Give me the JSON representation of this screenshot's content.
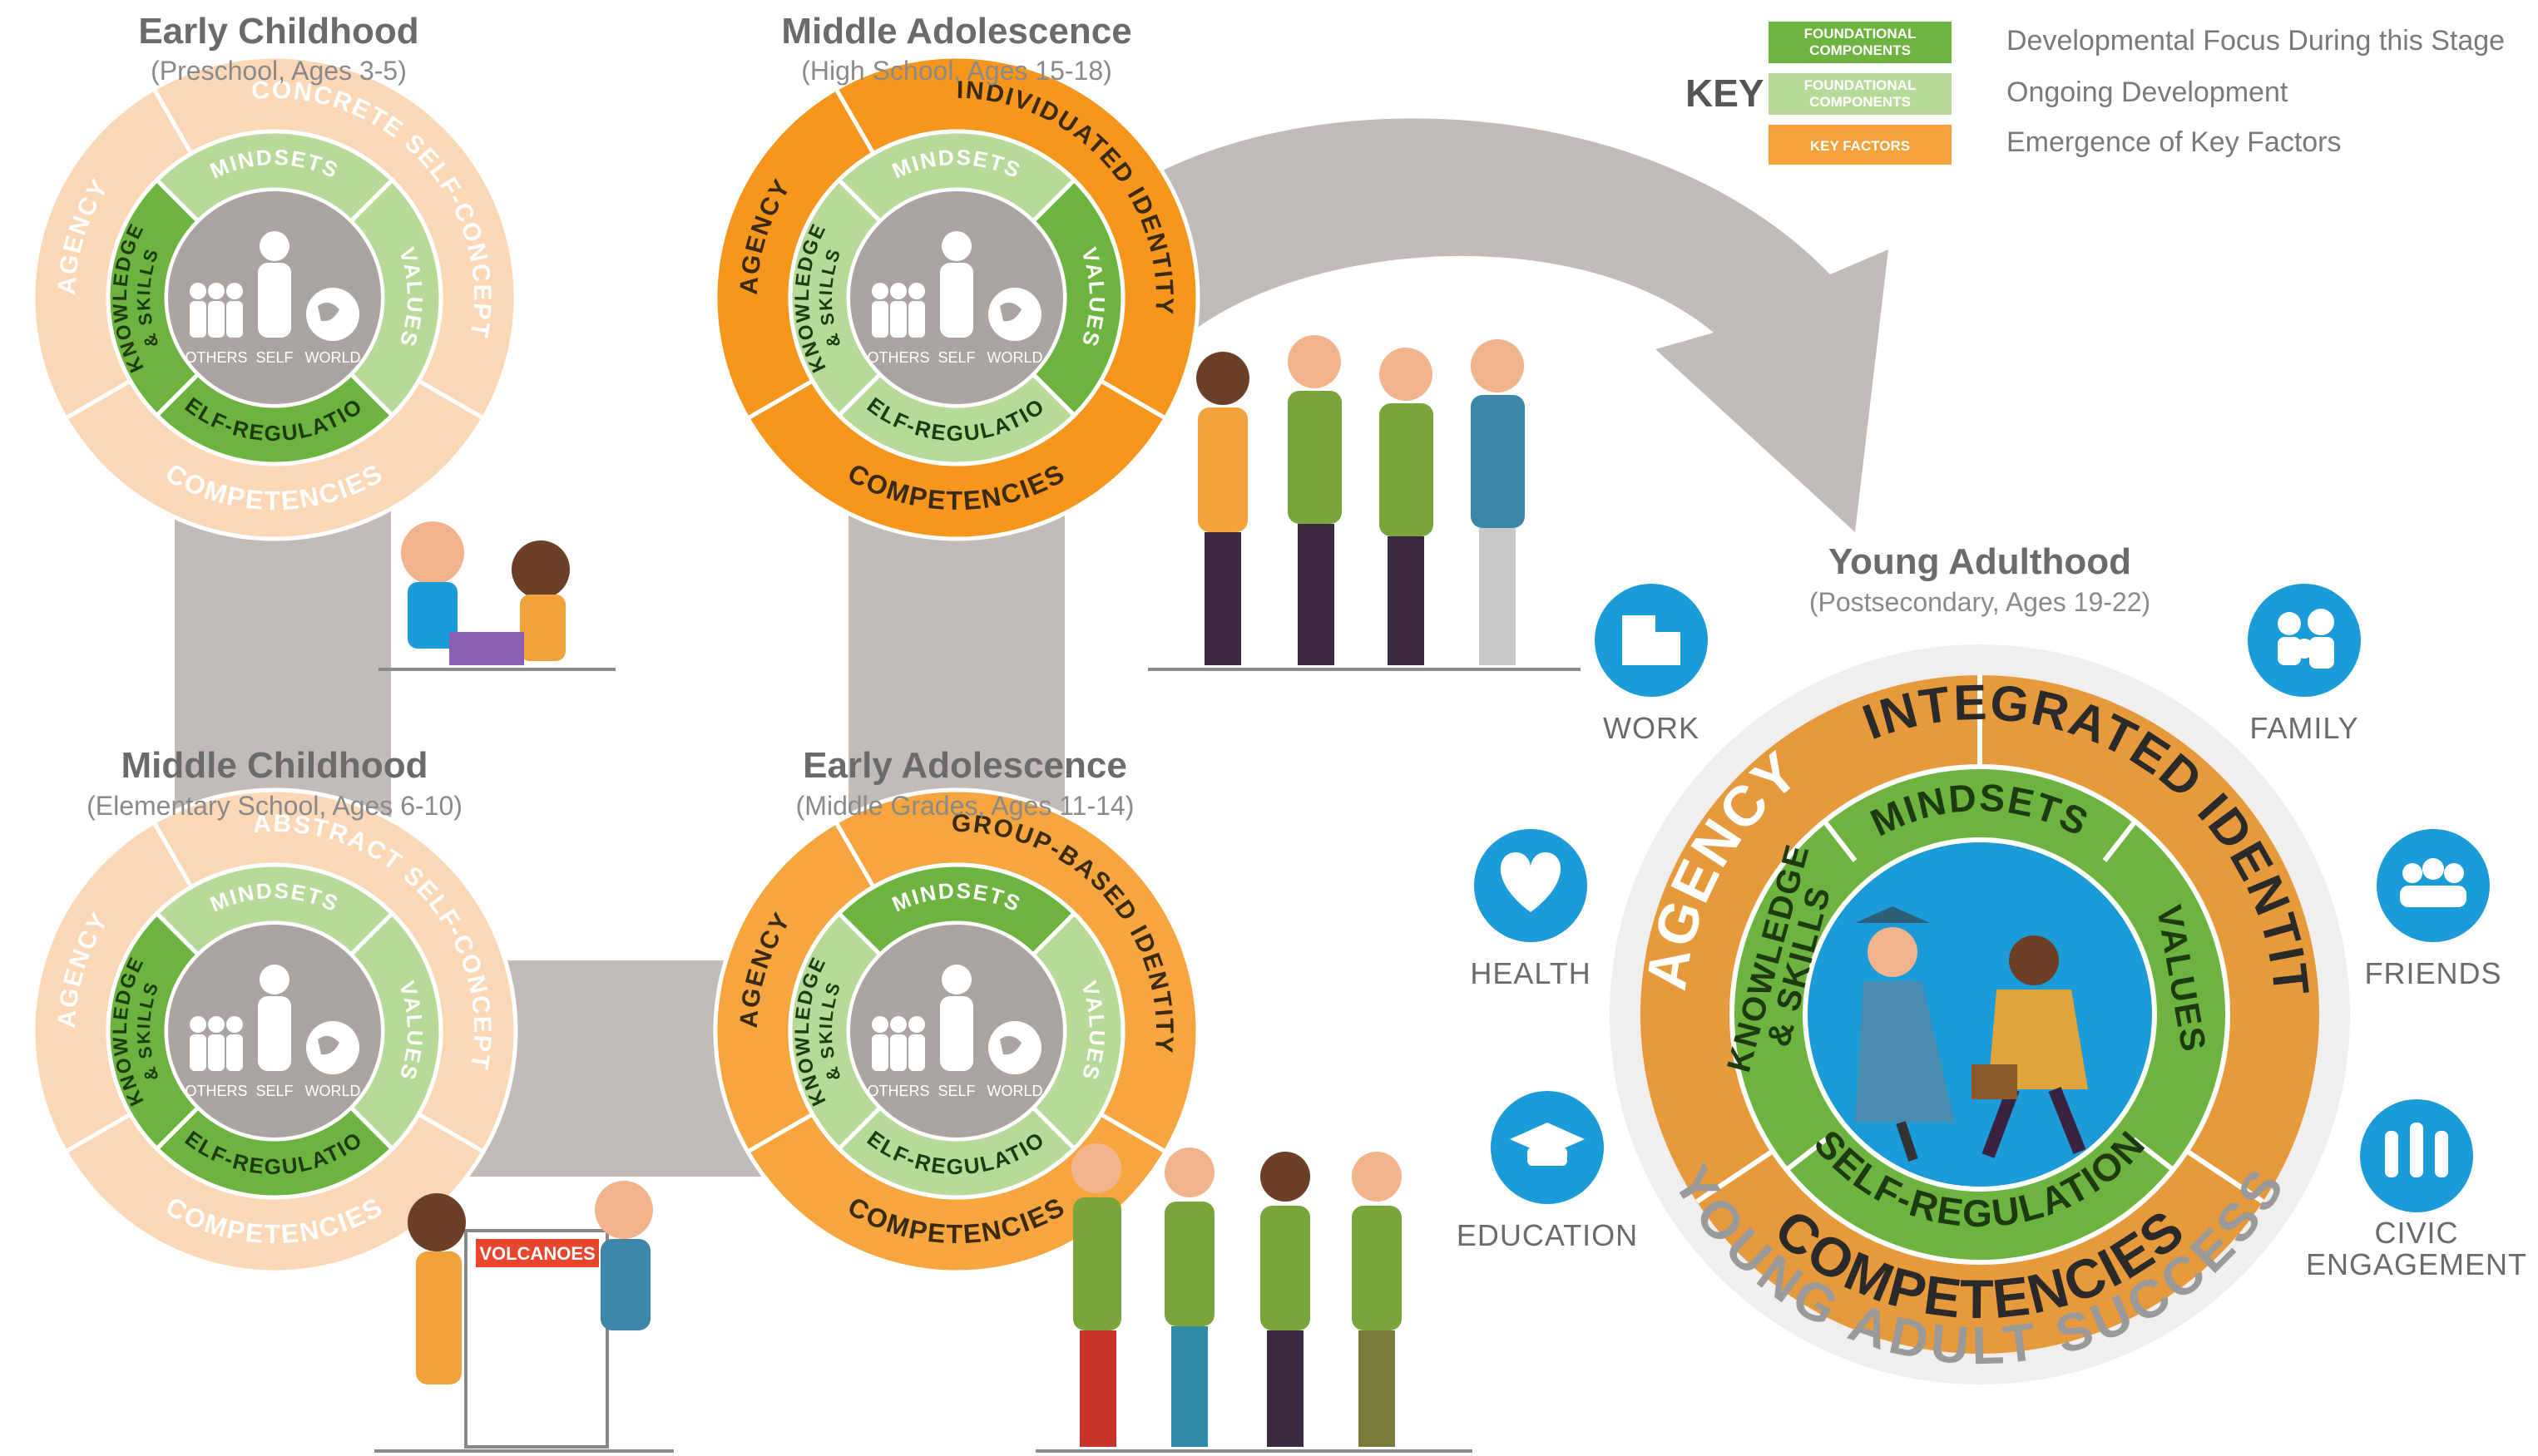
{
  "stages": {
    "early_childhood": {
      "title": "Early Childhood",
      "subtitle": "(Preschool, Ages 3-5)",
      "outer_labels": {
        "agency": "AGENCY",
        "identity": "CONCRETE SELF-CONCEPT",
        "competencies": "COMPETENCIES"
      },
      "inner_labels": {
        "mindsets": "MINDSETS",
        "knowledge": "KNOWLEDGE",
        "skills": "& SKILLS",
        "values": "VALUES",
        "self_regulation": "SELF-REGULATION"
      },
      "core_labels": {
        "others": "OTHERS",
        "self": "SELF",
        "world": "WORLD"
      }
    },
    "middle_childhood": {
      "title": "Middle Childhood",
      "subtitle": "(Elementary School, Ages 6-10)",
      "outer_labels": {
        "agency": "AGENCY",
        "identity": "ABSTRACT SELF-CONCEPT",
        "competencies": "COMPETENCIES"
      },
      "inner_labels": {
        "mindsets": "MINDSETS",
        "knowledge": "KNOWLEDGE",
        "skills": "& SKILLS",
        "values": "VALUES",
        "self_regulation": "SELF-REGULATION"
      },
      "core_labels": {
        "others": "OTHERS",
        "self": "SELF",
        "world": "WORLD"
      },
      "poster_label": "VOLCANOES"
    },
    "early_adolescence": {
      "title": "Early Adolescence",
      "subtitle": "(Middle Grades, Ages 11-14)",
      "outer_labels": {
        "agency": "AGENCY",
        "identity": "GROUP-BASED IDENTITY",
        "competencies": "COMPETENCIES"
      },
      "inner_labels": {
        "mindsets": "MINDSETS",
        "knowledge": "KNOWLEDGE",
        "skills": "& SKILLS",
        "values": "VALUES",
        "self_regulation": "SELF-REGULATION"
      },
      "core_labels": {
        "others": "OTHERS",
        "self": "SELF",
        "world": "WORLD"
      }
    },
    "middle_adolescence": {
      "title": "Middle Adolescence",
      "subtitle": "(High School, Ages 15-18)",
      "outer_labels": {
        "agency": "AGENCY",
        "identity": "INDIVIDUATED IDENTITY",
        "competencies": "COMPETENCIES"
      },
      "inner_labels": {
        "mindsets": "MINDSETS",
        "knowledge": "KNOWLEDGE",
        "skills": "& SKILLS",
        "values": "VALUES",
        "self_regulation": "SELF-REGULATION"
      },
      "core_labels": {
        "others": "OTHERS",
        "self": "SELF",
        "world": "WORLD"
      }
    },
    "young_adulthood": {
      "title": "Young Adulthood",
      "subtitle": "(Postsecondary, Ages 19-22)",
      "outer_labels": {
        "agency": "AGENCY",
        "identity": "INTEGRATED IDENTITY",
        "competencies": "COMPETENCIES"
      },
      "inner_labels": {
        "mindsets": "MINDSETS",
        "knowledge": "KNOWLEDGE",
        "skills": "& SKILLS",
        "values": "VALUES",
        "self_regulation": "SELF-REGULATION"
      }
    }
  },
  "key": {
    "title": "KEY",
    "items": [
      {
        "badge_line1": "FOUNDATIONAL",
        "badge_line2": "COMPONENTS",
        "text": "Developmental Focus During this Stage",
        "color": "#6db33f"
      },
      {
        "badge_line1": "FOUNDATIONAL",
        "badge_line2": "COMPONENTS",
        "text": "Ongoing Development",
        "color": "#b7da98"
      },
      {
        "badge_line1": "KEY FACTORS",
        "badge_line2": "",
        "text": "Emergence of Key Factors",
        "color": "#f7a13a"
      }
    ]
  },
  "contexts": {
    "work": "WORK",
    "family": "FAMILY",
    "health": "HEALTH",
    "friends": "FRIENDS",
    "education": "EDUCATION",
    "civic_line1": "CIVIC",
    "civic_line2": "ENGAGEMENT"
  },
  "success_banner": "YOUNG ADULT SUCCESS",
  "colors": {
    "gray_path": "#c2bcb8",
    "orange_strong": "#f7961d",
    "orange_pale": "#fcd8b6",
    "green_strong": "#6db33f",
    "green_pale": "#b7da98",
    "core_gray": "#aaa5a1",
    "context_blue": "#1b9bd7",
    "young_adult_orange": "#e79a3b"
  },
  "icons": [
    "building-icon",
    "family-icon",
    "heart-icon",
    "friends-icon",
    "graduation-cap-icon",
    "raised-hands-icon",
    "globe-icon",
    "person-icon"
  ]
}
